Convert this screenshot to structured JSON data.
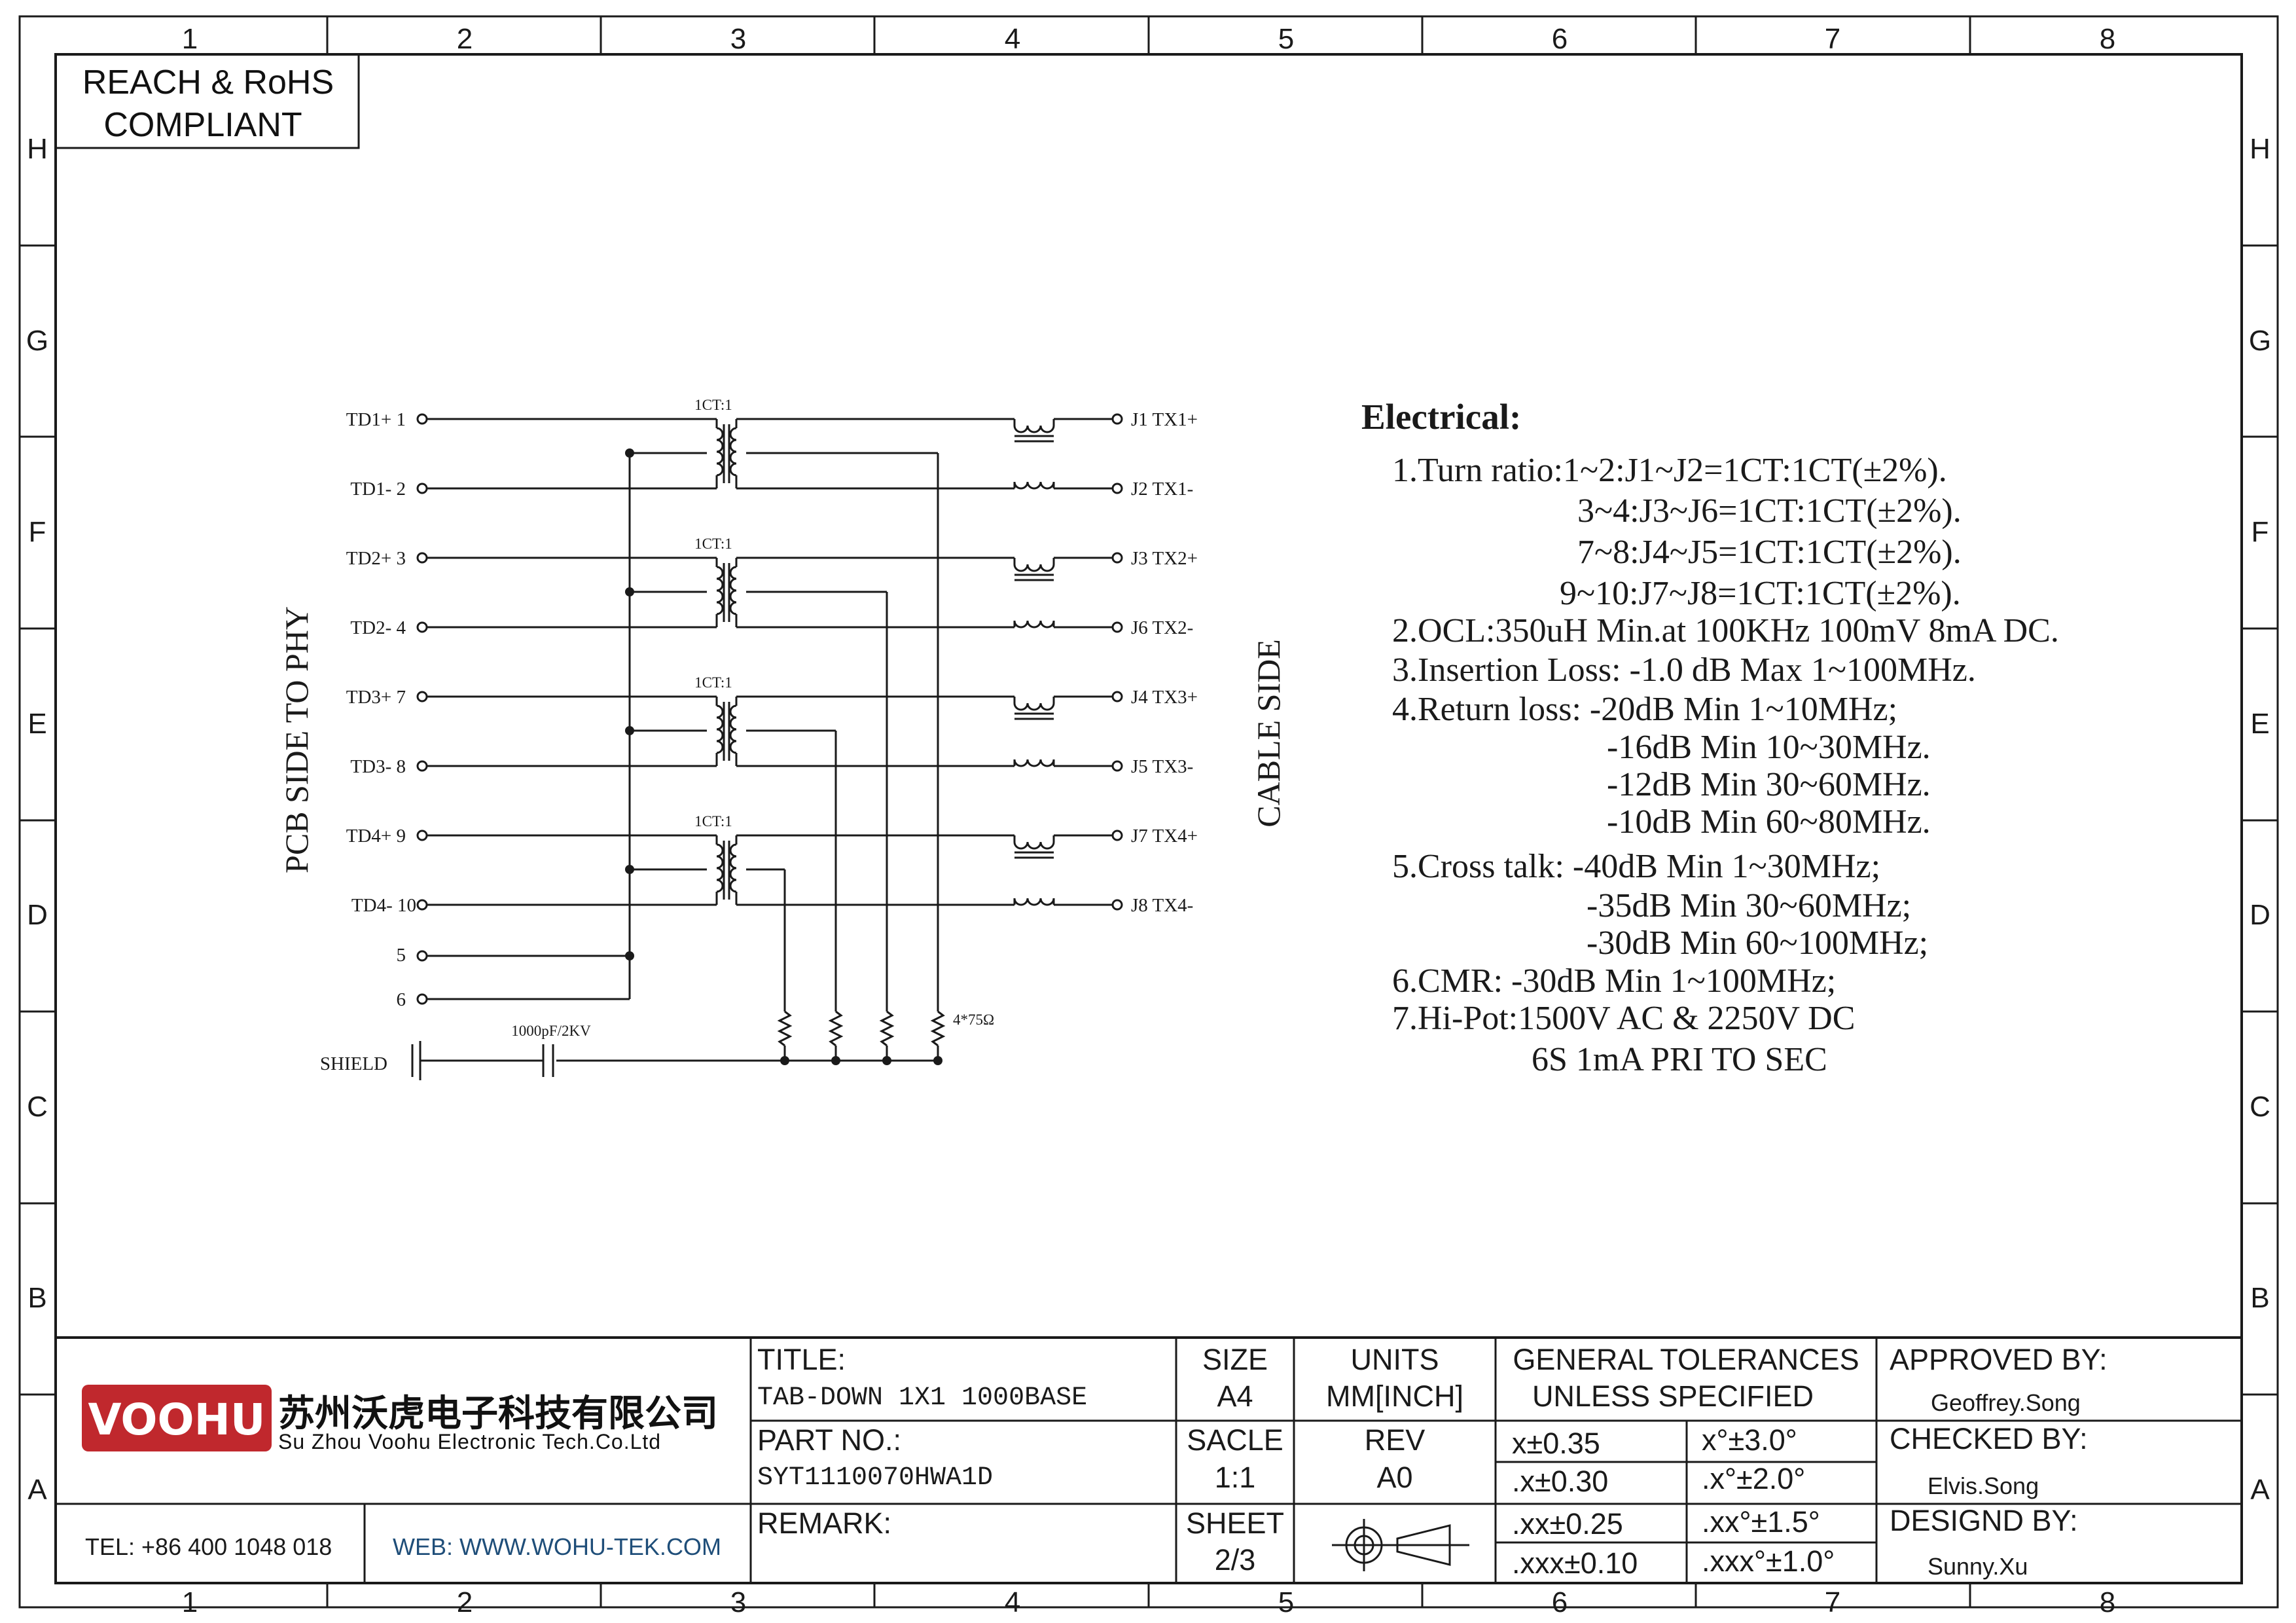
{
  "grid": {
    "columns": [
      "1",
      "2",
      "3",
      "4",
      "5",
      "6",
      "7",
      "8"
    ],
    "rows": [
      "H",
      "G",
      "F",
      "E",
      "D",
      "C",
      "B",
      "A"
    ]
  },
  "compliance": {
    "line1": "REACH & RoHS",
    "line2": "COMPLIANT"
  },
  "schematic": {
    "left_pins": [
      {
        "label": "TD1+ 1"
      },
      {
        "label": "TD1- 2"
      },
      {
        "label": "TD2+ 3"
      },
      {
        "label": "TD2- 4"
      },
      {
        "label": "TD3+ 7"
      },
      {
        "label": "TD3- 8"
      },
      {
        "label": "TD4+ 9"
      },
      {
        "label": "TD4- 10"
      },
      {
        "label": "5"
      },
      {
        "label": "6"
      }
    ],
    "right_pins": [
      {
        "label": "J1 TX1+"
      },
      {
        "label": "J2 TX1-"
      },
      {
        "label": "J3 TX2+"
      },
      {
        "label": "J6 TX2-"
      },
      {
        "label": "J4 TX3+"
      },
      {
        "label": "J5 TX3-"
      },
      {
        "label": "J7 TX4+"
      },
      {
        "label": "J8 TX4-"
      }
    ],
    "transformer_ratio": "1CT:1",
    "shield_label": "SHIELD",
    "capacitor_label": "1000pF/2KV",
    "resistor_label": "4*75Ω",
    "left_side_label": "PCB SIDE TO PHY",
    "right_side_label": "CABLE SIDE"
  },
  "electrical": {
    "heading": "Electrical:",
    "lines": [
      "1.Turn ratio:1~2:J1~J2=1CT:1CT(±2%).",
      "3~4:J3~J6=1CT:1CT(±2%).",
      "7~8:J4~J5=1CT:1CT(±2%).",
      "9~10:J7~J8=1CT:1CT(±2%).",
      "2.OCL:350uH Min.at 100KHz 100mV 8mA DC.",
      "3.Insertion Loss: -1.0 dB Max 1~100MHz.",
      "4.Return loss: -20dB Min 1~10MHz;",
      "-16dB Min 10~30MHz.",
      "-12dB Min 30~60MHz.",
      "-10dB Min 60~80MHz.",
      "5.Cross talk: -40dB Min 1~30MHz;",
      "-35dB Min 30~60MHz;",
      "-30dB Min 60~100MHz;",
      "6.CMR: -30dB Min 1~100MHz;",
      "7.Hi-Pot:1500V AC & 2250V DC",
      "6S 1mA PRI TO SEC"
    ]
  },
  "title_block": {
    "logo": "VOOHU",
    "company_cn": "苏州沃虎电子科技有限公司",
    "company_en": "Su Zhou Voohu Electronic Tech.Co.Ltd",
    "tel": "TEL: +86 400 1048 018",
    "web": "WEB: WWW.WOHU-TEK.COM",
    "title_label": "TITLE:",
    "title_value": "TAB-DOWN 1X1 1000BASE",
    "part_label": "PART NO.:",
    "part_value": "SYT1110070HWA1D",
    "remark_label": "REMARK:",
    "size_label": "SIZE",
    "size_value": "A4",
    "scale_label": "SACLE",
    "scale_value": "1:1",
    "sheet_label": "SHEET",
    "sheet_value": "2/3",
    "units_label": "UNITS",
    "units_value": "MM[INCH]",
    "rev_label": "REV",
    "rev_value": "A0",
    "tol_title1": "GENERAL TOLERANCES",
    "tol_title2": "UNLESS SPECIFIED",
    "tolerances": [
      [
        "x±0.35",
        "x°±3.0°"
      ],
      [
        ".x±0.30",
        ".x°±2.0°"
      ],
      [
        ".xx±0.25",
        ".xx°±1.5°"
      ],
      [
        ".xxx±0.10",
        ".xxx°±1.0°"
      ]
    ],
    "approved_label": "APPROVED BY:",
    "approved_value": "Geoffrey.Song",
    "checked_label": "CHECKED BY:",
    "checked_value": "Elvis.Song",
    "designed_label": "DESIGND BY:",
    "designed_value": "Sunny.Xu"
  },
  "colors": {
    "ink": "#1a1a1a",
    "logo_red": "#c0282d",
    "web_blue": "#1f4e79"
  }
}
